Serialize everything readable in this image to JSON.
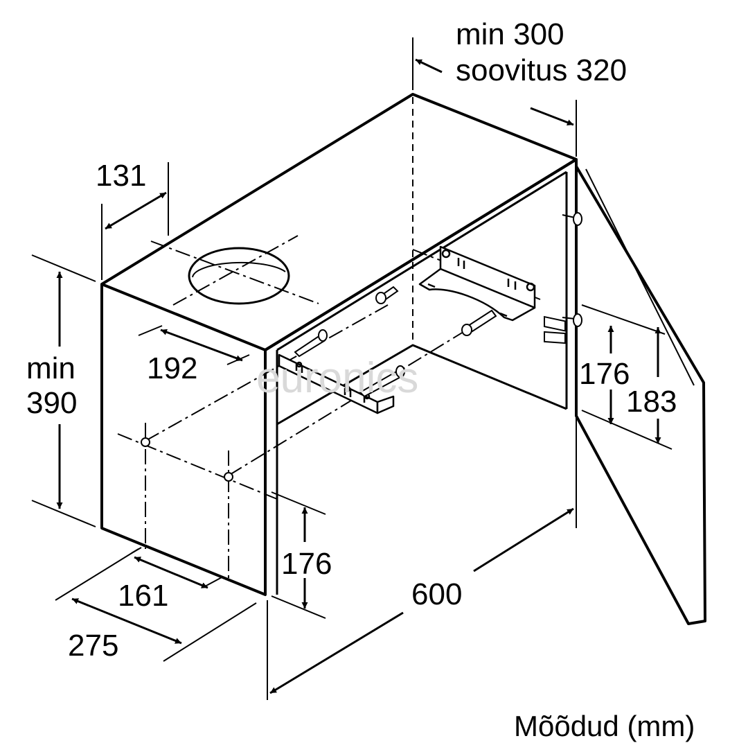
{
  "dimensions": {
    "min_300": "min 300",
    "soovitus_320": "soovitus 320",
    "d131": "131",
    "d192": "192",
    "min": "min",
    "d390": "390",
    "d176_right": "176",
    "d183": "183",
    "d176_bottom": "176",
    "d600": "600",
    "d161": "161",
    "d275": "275"
  },
  "units_label": "Mõõdud (mm)",
  "watermark": "euronics",
  "colors": {
    "line": "#000000",
    "background": "#ffffff",
    "watermark": "#d9d9d9"
  }
}
